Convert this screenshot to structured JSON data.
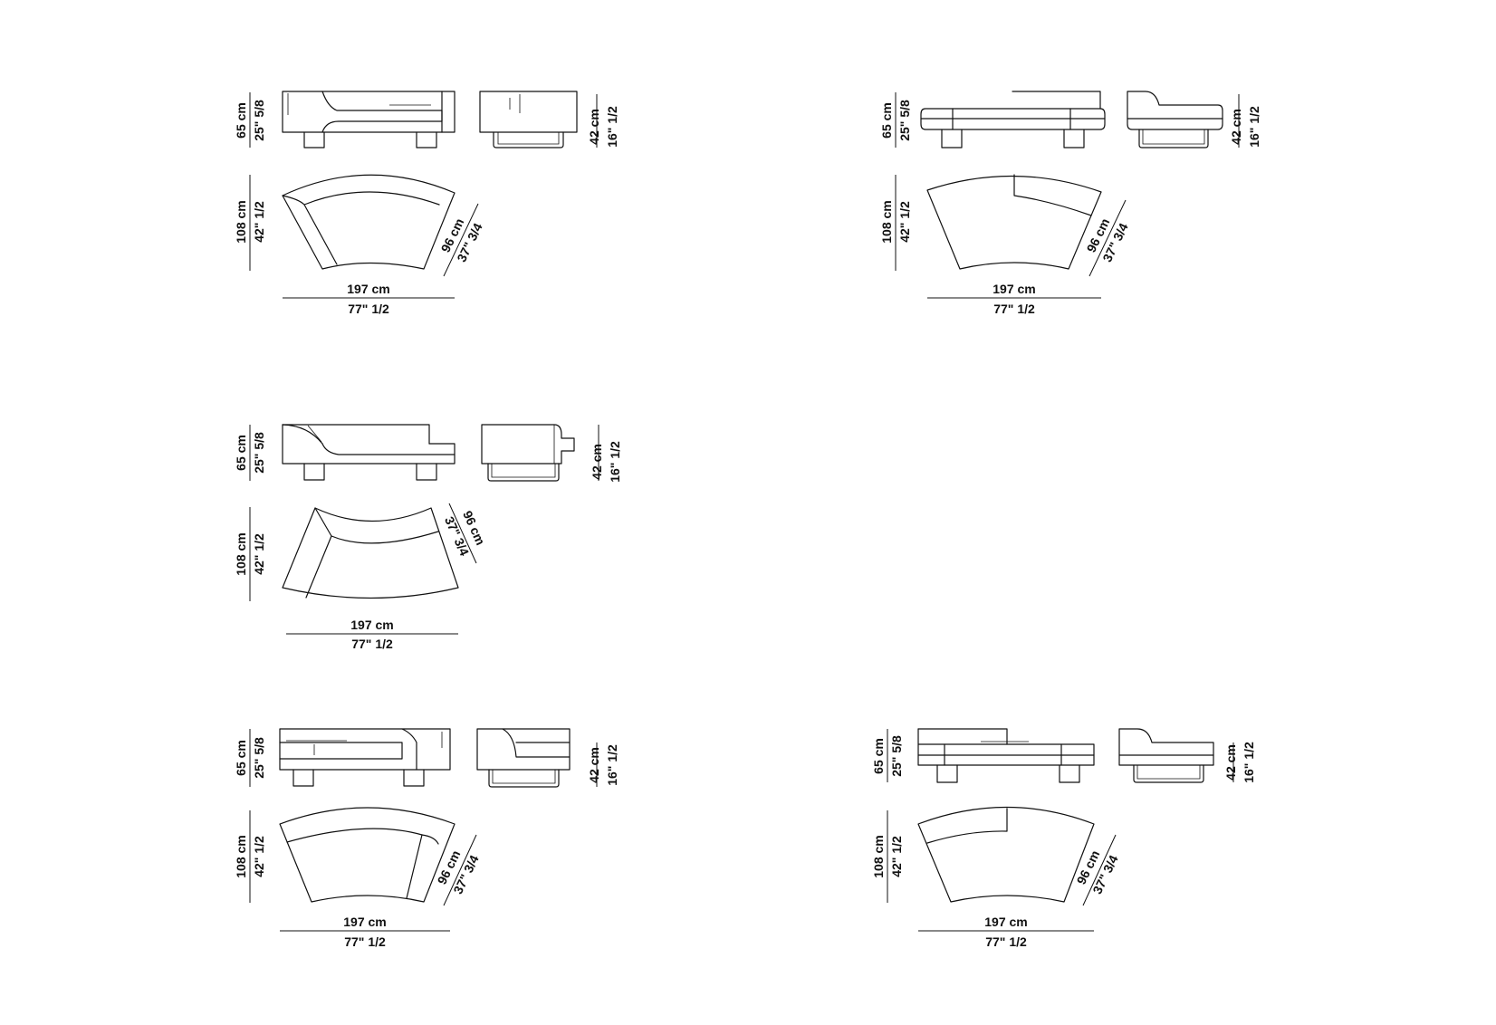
{
  "modules": [
    {
      "id": "top-left",
      "height": {
        "cm": "65 cm",
        "in": "25\" 5/8"
      },
      "seat": {
        "cm": "42 cm",
        "in": "16\" 1/2"
      },
      "depth": {
        "cm": "108 cm",
        "in": "42\" 1/2"
      },
      "diag": {
        "cm": "96 cm",
        "in": "37\" 3/4"
      },
      "width": {
        "cm": "197 cm",
        "in": "77\" 1/2"
      }
    },
    {
      "id": "top-right",
      "height": {
        "cm": "65 cm",
        "in": "25\" 5/8"
      },
      "seat": {
        "cm": "42 cm",
        "in": "16\" 1/2"
      },
      "depth": {
        "cm": "108 cm",
        "in": "42\" 1/2"
      },
      "diag": {
        "cm": "96 cm",
        "in": "37\" 3/4"
      },
      "width": {
        "cm": "197 cm",
        "in": "77\" 1/2"
      }
    },
    {
      "id": "middle-left",
      "height": {
        "cm": "65 cm",
        "in": "25\" 5/8"
      },
      "seat": {
        "cm": "42 cm",
        "in": "16\" 1/2"
      },
      "depth": {
        "cm": "108 cm",
        "in": "42\" 1/2"
      },
      "diag": {
        "cm": "96 cm",
        "in": "37\" 3/4"
      },
      "width": {
        "cm": "197 cm",
        "in": "77\" 1/2"
      }
    },
    {
      "id": "bottom-left",
      "height": {
        "cm": "65 cm",
        "in": "25\" 5/8"
      },
      "seat": {
        "cm": "42 cm",
        "in": "16\" 1/2"
      },
      "depth": {
        "cm": "108 cm",
        "in": "42\" 1/2"
      },
      "diag": {
        "cm": "96 cm",
        "in": "37\" 3/4"
      },
      "width": {
        "cm": "197 cm",
        "in": "77\" 1/2"
      }
    },
    {
      "id": "bottom-right",
      "height": {
        "cm": "65 cm",
        "in": "25\" 5/8"
      },
      "seat": {
        "cm": "42 cm",
        "in": "16\" 1/2"
      },
      "depth": {
        "cm": "108 cm",
        "in": "42\" 1/2"
      },
      "diag": {
        "cm": "96 cm",
        "in": "37\" 3/4"
      },
      "width": {
        "cm": "197 cm",
        "in": "77\" 1/2"
      }
    }
  ]
}
